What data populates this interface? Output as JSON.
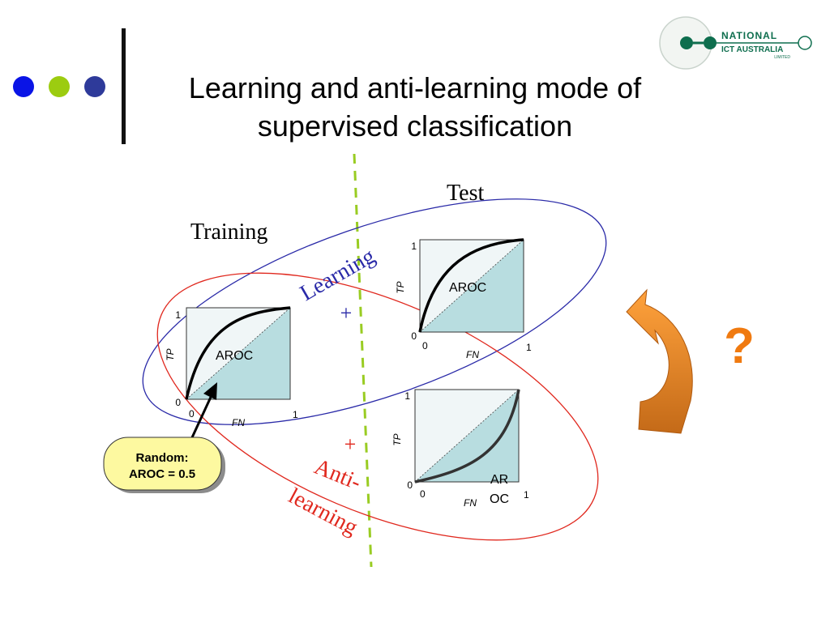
{
  "slide": {
    "title_line1": "Learning and anti-learning mode of",
    "title_line2": "supervised classification"
  },
  "logo": {
    "line1": "NATIONAL",
    "line2": "ICT AUSTRALIA",
    "line3": "LIMITED"
  },
  "labels": {
    "training": "Training",
    "test": "Test",
    "learning": "Learning",
    "plus": "+",
    "anti_line1": "Anti-",
    "anti_line2": "learning",
    "question": "?"
  },
  "plots": {
    "training": {
      "one_y": "1",
      "zero_y": "0",
      "zero_x": "0",
      "one_x": "1",
      "ylabel": "TP",
      "xlabel": "FN",
      "label": "AROC"
    },
    "test_learning": {
      "one_y": "1",
      "zero_y": "0",
      "zero_x": "0",
      "one_x": "1",
      "ylabel": "TP",
      "xlabel": "FN",
      "label": "AROC"
    },
    "test_anti": {
      "one_y": "1",
      "zero_y": "0",
      "zero_x": "0",
      "one_x": "1",
      "ylabel": "TP",
      "xlabel": "FN",
      "label_line1": "AR",
      "label_line2": "OC"
    }
  },
  "callout": {
    "line1": "Random:",
    "line2": "AROC = 0.5"
  },
  "colors": {
    "bullet1": "#0a14e6",
    "bullet2": "#9ccc10",
    "bullet3": "#2e3a9a",
    "learning_ellipse": "#2a2aa8",
    "anti_ellipse": "#e0281e",
    "divider": "#99cc22",
    "plot_fill": "#b8dde0",
    "callout_fill": "#fdf9a0",
    "arrow_orange": "#f08a22",
    "question": "#f07a10",
    "logo_green": "#0e6e4e"
  }
}
